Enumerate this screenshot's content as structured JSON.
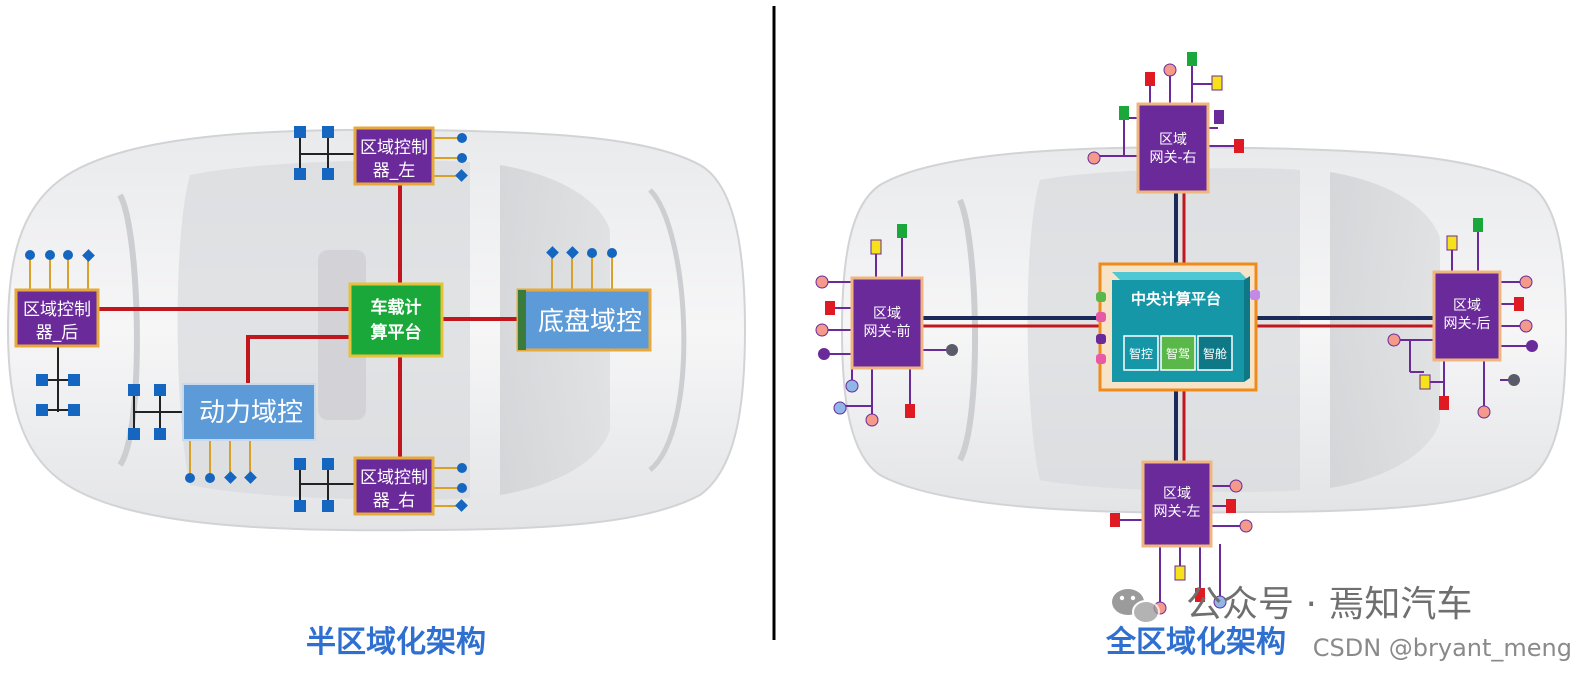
{
  "left_diagram": {
    "caption": "半区域化架构",
    "zone_left": "区域控制器_左",
    "zone_right": "区域控制器_右",
    "zone_rear": "区域控制器_后",
    "compute": "车载计算平台",
    "chassis": "底盘域控",
    "power": "动力域控"
  },
  "right_diagram": {
    "caption": "全区域化架构",
    "central": "中央计算平台",
    "sub_modules": [
      "智控",
      "智驾",
      "智舱"
    ],
    "gateway_right": "区域网关-右",
    "gateway_left": "区域网关-左",
    "gateway_front": "区域网关-前",
    "gateway_rear": "区域网关-后"
  },
  "watermarks": {
    "wechat": "公众号 · 焉知汽车",
    "csdn": "CSDN @bryant_meng"
  },
  "colors": {
    "zone_purple": "#6a2a9a",
    "compute_green": "#1aa83a",
    "domain_blue": "#5c9bd8",
    "central_teal": "#1597a8",
    "bus_red": "#c0161d",
    "bus_navy": "#1c2a5a",
    "caption_blue": "#2f6fd0"
  }
}
